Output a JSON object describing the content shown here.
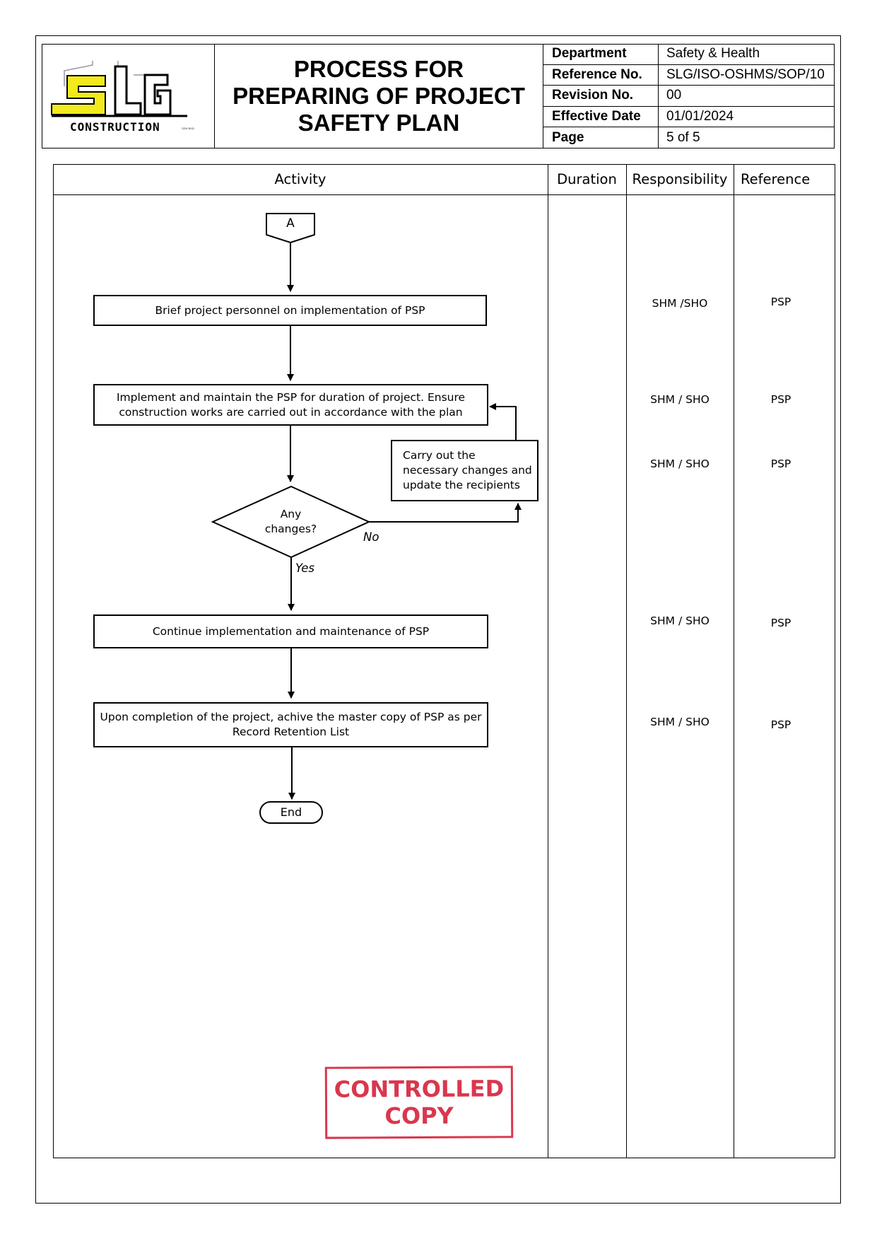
{
  "header": {
    "logo": {
      "brand": "SLG",
      "subtitle": "CONSTRUCTION",
      "tag": "SDN BHD"
    },
    "title_lines": [
      "PROCESS FOR",
      "PREPARING OF PROJECT",
      "SAFETY PLAN"
    ],
    "meta": [
      {
        "key": "Department",
        "value": "Safety & Health"
      },
      {
        "key": "Reference No.",
        "value": "SLG/ISO-OSHMS/SOP/10"
      },
      {
        "key": "Revision No.",
        "value": "00"
      },
      {
        "key": "Effective Date",
        "value": "01/01/2024"
      },
      {
        "key": "Page",
        "value": "5 of 5"
      }
    ]
  },
  "table": {
    "columns": [
      "Activity",
      "Duration",
      "Responsibility",
      "Reference"
    ]
  },
  "flowchart": {
    "connector": "A",
    "step1": "Brief project personnel on implementation of PSP",
    "step2_lines": [
      "Implement and maintain the PSP for duration of project. Ensure",
      "construction works are carried out in accordance with the plan"
    ],
    "side_box_lines": [
      "Carry out the",
      "necessary changes and",
      "update the recipients"
    ],
    "decision_lines": [
      "Any",
      "changes?"
    ],
    "no_label": "No",
    "yes_label": "Yes",
    "step3": "Continue implementation and maintenance of PSP",
    "step4_lines": [
      "Upon completion of the project, achive the master copy of PSP as per",
      "Record Retention List"
    ],
    "end": "End"
  },
  "rows": [
    {
      "responsibility": "SHM /SHO",
      "reference": "PSP"
    },
    {
      "responsibility": "SHM / SHO",
      "reference": "PSP"
    },
    {
      "responsibility": "SHM / SHO",
      "reference": "PSP"
    },
    {
      "responsibility": "SHM / SHO",
      "reference": "PSP"
    },
    {
      "responsibility": "SHM / SHO",
      "reference": "PSP"
    }
  ],
  "stamp": {
    "line1": "CONTROLLED",
    "line2": "COPY",
    "color": "#d9374e"
  },
  "colors": {
    "logo_yellow": "#f2ea1c",
    "stroke": "#000000"
  }
}
